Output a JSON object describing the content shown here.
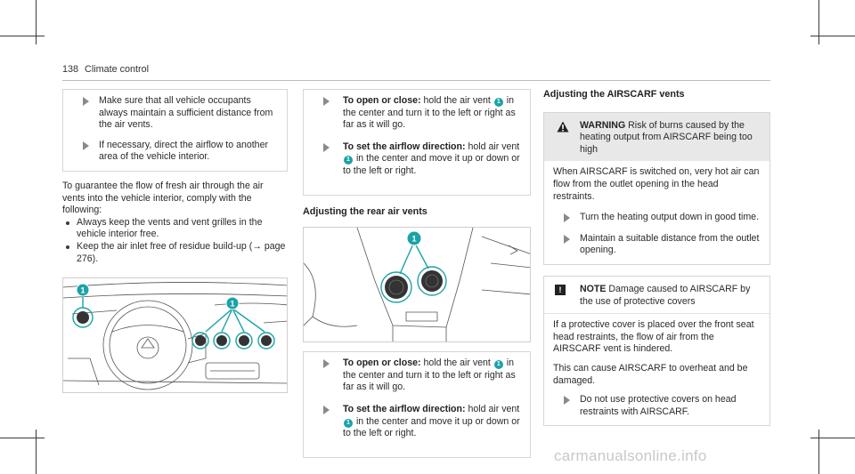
{
  "header": {
    "page_number": "138",
    "section": "Climate control"
  },
  "col1": {
    "steps": [
      "Make sure that all vehicle occupants always maintain a sufficient distance from the air vents.",
      "If necessary, direct the airflow to another area of the vehicle interior."
    ],
    "intro": "To guarantee the flow of fresh air through the air vents into the vehicle interior, comply with the following:",
    "bullets": [
      "Always keep the vents and vent grilles in the vehicle interior free.",
      "Keep the air inlet free of residue build-up (→ page 276)."
    ],
    "figure_badges": [
      "1",
      "1"
    ]
  },
  "col2": {
    "open_label": "To open or close:",
    "open_text_a": "hold the air vent",
    "open_text_b": "in the center and turn it to the left or right as far as it will go.",
    "airflow_label": "To set the airflow direction:",
    "airflow_text_a": "hold air vent",
    "airflow_text_b": "in the center and move it up or down or to the left or right.",
    "rear_heading": "Adjusting the rear air vents",
    "figure_badge": "1",
    "badge": "1"
  },
  "col3": {
    "heading": "Adjusting the AIRSCARF vents",
    "warning_label": "WARNING",
    "warning_text": "Risk of burns caused by the heating output from AIRSCARF being too high",
    "warning_body": "When AIRSCARF is switched on, very hot air can flow from the outlet opening in the head restraints.",
    "warning_steps": [
      "Turn the heating output down in good time.",
      "Maintain a suitable distance from the outlet opening."
    ],
    "note_icon": "!",
    "note_label": "NOTE",
    "note_text": "Damage caused to AIRSCARF by the use of protective covers",
    "note_p1": "If a protective cover is placed over the front seat head restraints, the flow of air from the AIRSCARF vent is hindered.",
    "note_p2": "This can cause AIRSCARF to overheat and be damaged.",
    "note_steps": [
      "Do not use protective covers on head restraints with AIRSCARF."
    ]
  },
  "watermark": "carmanualsonline.info",
  "colors": {
    "accent": "#1aa3a8",
    "arrow": "#8a8a8a",
    "warn_bg": "#e8e8e8"
  }
}
